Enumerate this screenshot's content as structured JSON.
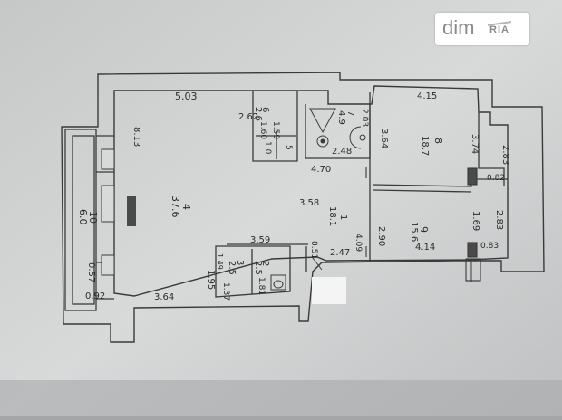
{
  "watermark": {
    "brand": "dim",
    "mark": "RIA"
  },
  "labels": {
    "top": "5.03",
    "left": "8.13",
    "divider_h": "2.62",
    "room4_a": "4",
    "room4_b": "37.6",
    "room10_a": "10",
    "room10_b": "6.0",
    "v057": "0.57",
    "v092": "0.92",
    "v364": "3.64",
    "v195": "1.95",
    "v359": "3.59",
    "room3_a": "3",
    "room3_b": "2.5",
    "room3_c": "1.37",
    "v149": "1.49",
    "room2_a": "2",
    "room2_b": "2.5",
    "room2_c": "1.81",
    "room6_a": "6",
    "room6_b": "2.6",
    "v159": "1.59",
    "v160": "1.60",
    "v10": "1.0",
    "v5": "5",
    "room7_a": "7",
    "room7_b": "4.9",
    "v203": "2.03",
    "v248": "2.48",
    "v470": "4.70",
    "v358": "3.58",
    "room1_a": "1",
    "room1_b": "18.1",
    "v051": "0.51",
    "v247": "2.47",
    "v409": "4.09",
    "v290": "2.90",
    "room8_a": "8",
    "room8_b": "18.7",
    "v415": "4.15",
    "v364b": "3.64",
    "v374": "3.74",
    "v283a": "2.83",
    "v082": "0.82",
    "room9_a": "9",
    "room9_b": "15.6",
    "v414": "4.14",
    "v169": "1.69",
    "v283b": "2.83",
    "v083": "0.83"
  }
}
